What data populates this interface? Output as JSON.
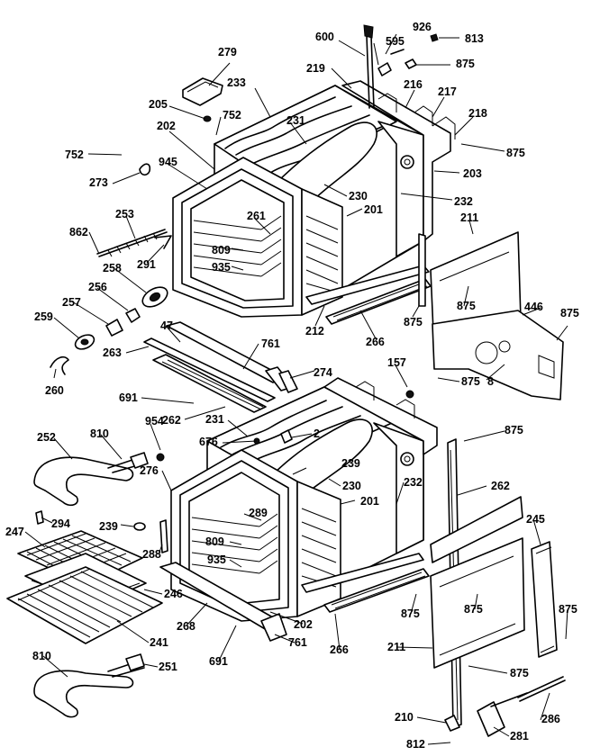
{
  "labels": [
    {
      "text": "600"
    },
    {
      "text": "926"
    },
    {
      "text": "813"
    },
    {
      "text": "595"
    },
    {
      "text": "875"
    },
    {
      "text": "279"
    },
    {
      "text": "219"
    },
    {
      "text": "233"
    },
    {
      "text": "216"
    },
    {
      "text": "217"
    },
    {
      "text": "218"
    },
    {
      "text": "205"
    },
    {
      "text": "752"
    },
    {
      "text": "202"
    },
    {
      "text": "231"
    },
    {
      "text": "875"
    },
    {
      "text": "752"
    },
    {
      "text": "945"
    },
    {
      "text": "203"
    },
    {
      "text": "273"
    },
    {
      "text": "230"
    },
    {
      "text": "232"
    },
    {
      "text": "201"
    },
    {
      "text": "253"
    },
    {
      "text": "261"
    },
    {
      "text": "211"
    },
    {
      "text": "862"
    },
    {
      "text": "809"
    },
    {
      "text": "291"
    },
    {
      "text": "935"
    },
    {
      "text": "258"
    },
    {
      "text": "875"
    },
    {
      "text": "256"
    },
    {
      "text": "257"
    },
    {
      "text": "446"
    },
    {
      "text": "875"
    },
    {
      "text": "212"
    },
    {
      "text": "875"
    },
    {
      "text": "259"
    },
    {
      "text": "47"
    },
    {
      "text": "266"
    },
    {
      "text": "263"
    },
    {
      "text": "761"
    },
    {
      "text": "157"
    },
    {
      "text": "274"
    },
    {
      "text": "875"
    },
    {
      "text": "260"
    },
    {
      "text": "8"
    },
    {
      "text": "691"
    },
    {
      "text": "262"
    },
    {
      "text": "954"
    },
    {
      "text": "231"
    },
    {
      "text": "875"
    },
    {
      "text": "252"
    },
    {
      "text": "810"
    },
    {
      "text": "676"
    },
    {
      "text": "2"
    },
    {
      "text": "276"
    },
    {
      "text": "239"
    },
    {
      "text": "230"
    },
    {
      "text": "262"
    },
    {
      "text": "201"
    },
    {
      "text": "232"
    },
    {
      "text": "294"
    },
    {
      "text": "239"
    },
    {
      "text": "289"
    },
    {
      "text": "245"
    },
    {
      "text": "247"
    },
    {
      "text": "288"
    },
    {
      "text": "809"
    },
    {
      "text": "935"
    },
    {
      "text": "246"
    },
    {
      "text": "875"
    },
    {
      "text": "875"
    },
    {
      "text": "875"
    },
    {
      "text": "268"
    },
    {
      "text": "202"
    },
    {
      "text": "266"
    },
    {
      "text": "761"
    },
    {
      "text": "241"
    },
    {
      "text": "211"
    },
    {
      "text": "691"
    },
    {
      "text": "875"
    },
    {
      "text": "810"
    },
    {
      "text": "251"
    },
    {
      "text": "286"
    },
    {
      "text": "210"
    },
    {
      "text": "281"
    },
    {
      "text": "812"
    }
  ]
}
